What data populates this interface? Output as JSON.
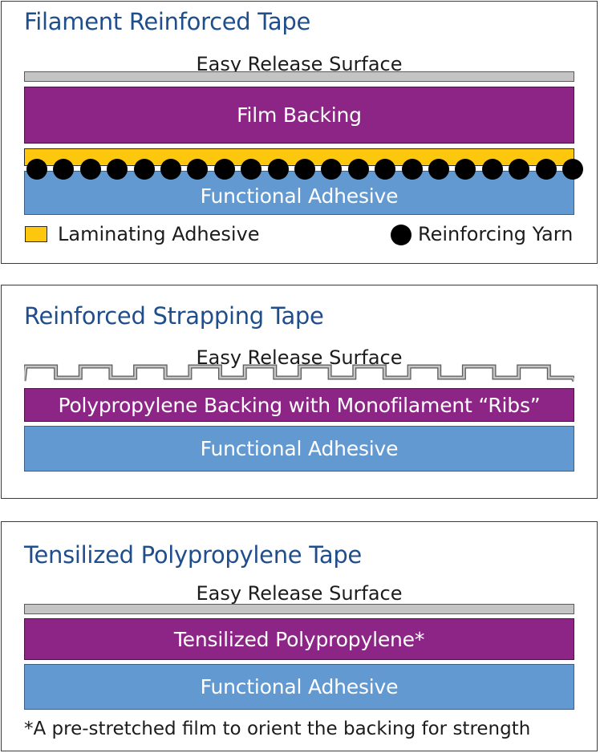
{
  "panels": [
    {
      "title": "Filament Reinforced Tape",
      "release_label": "Easy Release Surface",
      "backing_label": "Film Backing",
      "adhesive_label": "Functional Adhesive",
      "legend": {
        "laminating": "Laminating Adhesive",
        "yarn": "Reinforcing Yarn"
      },
      "colors": {
        "release": "#c4c4c4",
        "backing": "#8d2587",
        "laminating": "#fdc70e",
        "yarn": "#000000",
        "adhesive": "#6299d1"
      }
    },
    {
      "title": "Reinforced Strapping Tape",
      "release_label": "Easy Release Surface",
      "backing_label": "Polypropylene Backing with Monofilament “Ribs”",
      "adhesive_label": "Functional Adhesive"
    },
    {
      "title": "Tensilized Polypropylene Tape",
      "release_label": "Easy Release Surface",
      "backing_label": "Tensilized Polypropylene*",
      "adhesive_label": "Functional Adhesive",
      "footnote": "*A pre-stretched film to orient the backing for strength"
    }
  ]
}
